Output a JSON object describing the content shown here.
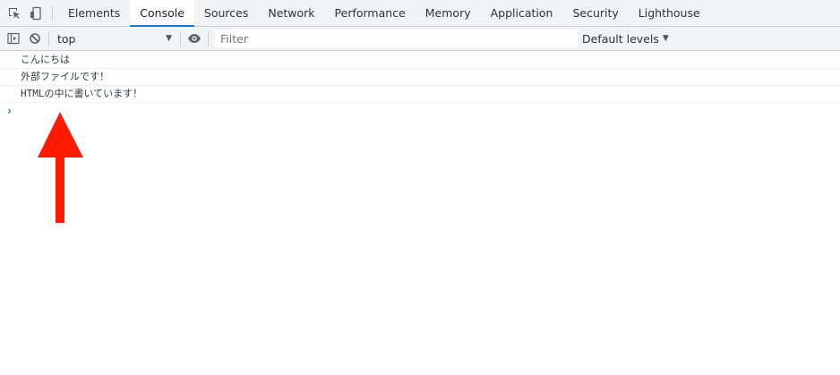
{
  "tabs": [
    {
      "label": "Elements",
      "active": false
    },
    {
      "label": "Console",
      "active": true
    },
    {
      "label": "Sources",
      "active": false
    },
    {
      "label": "Network",
      "active": false
    },
    {
      "label": "Performance",
      "active": false
    },
    {
      "label": "Memory",
      "active": false
    },
    {
      "label": "Application",
      "active": false
    },
    {
      "label": "Security",
      "active": false
    },
    {
      "label": "Lighthouse",
      "active": false
    }
  ],
  "toolbar": {
    "context": "top",
    "filter_placeholder": "Filter",
    "levels": "Default levels",
    "icons": {
      "sidebar": "sidebar-toggle-icon",
      "clear": "clear-console-icon",
      "live_expression": "eye-icon"
    }
  },
  "messages": [
    "こんにちは",
    "外部ファイルです！",
    "HTMLの中に書いています！"
  ],
  "prompt_glyph": "›",
  "colors": {
    "accent": "#1a73e8",
    "annotation": "#ff1a00",
    "toolbar_bg": "#f1f3f4"
  }
}
